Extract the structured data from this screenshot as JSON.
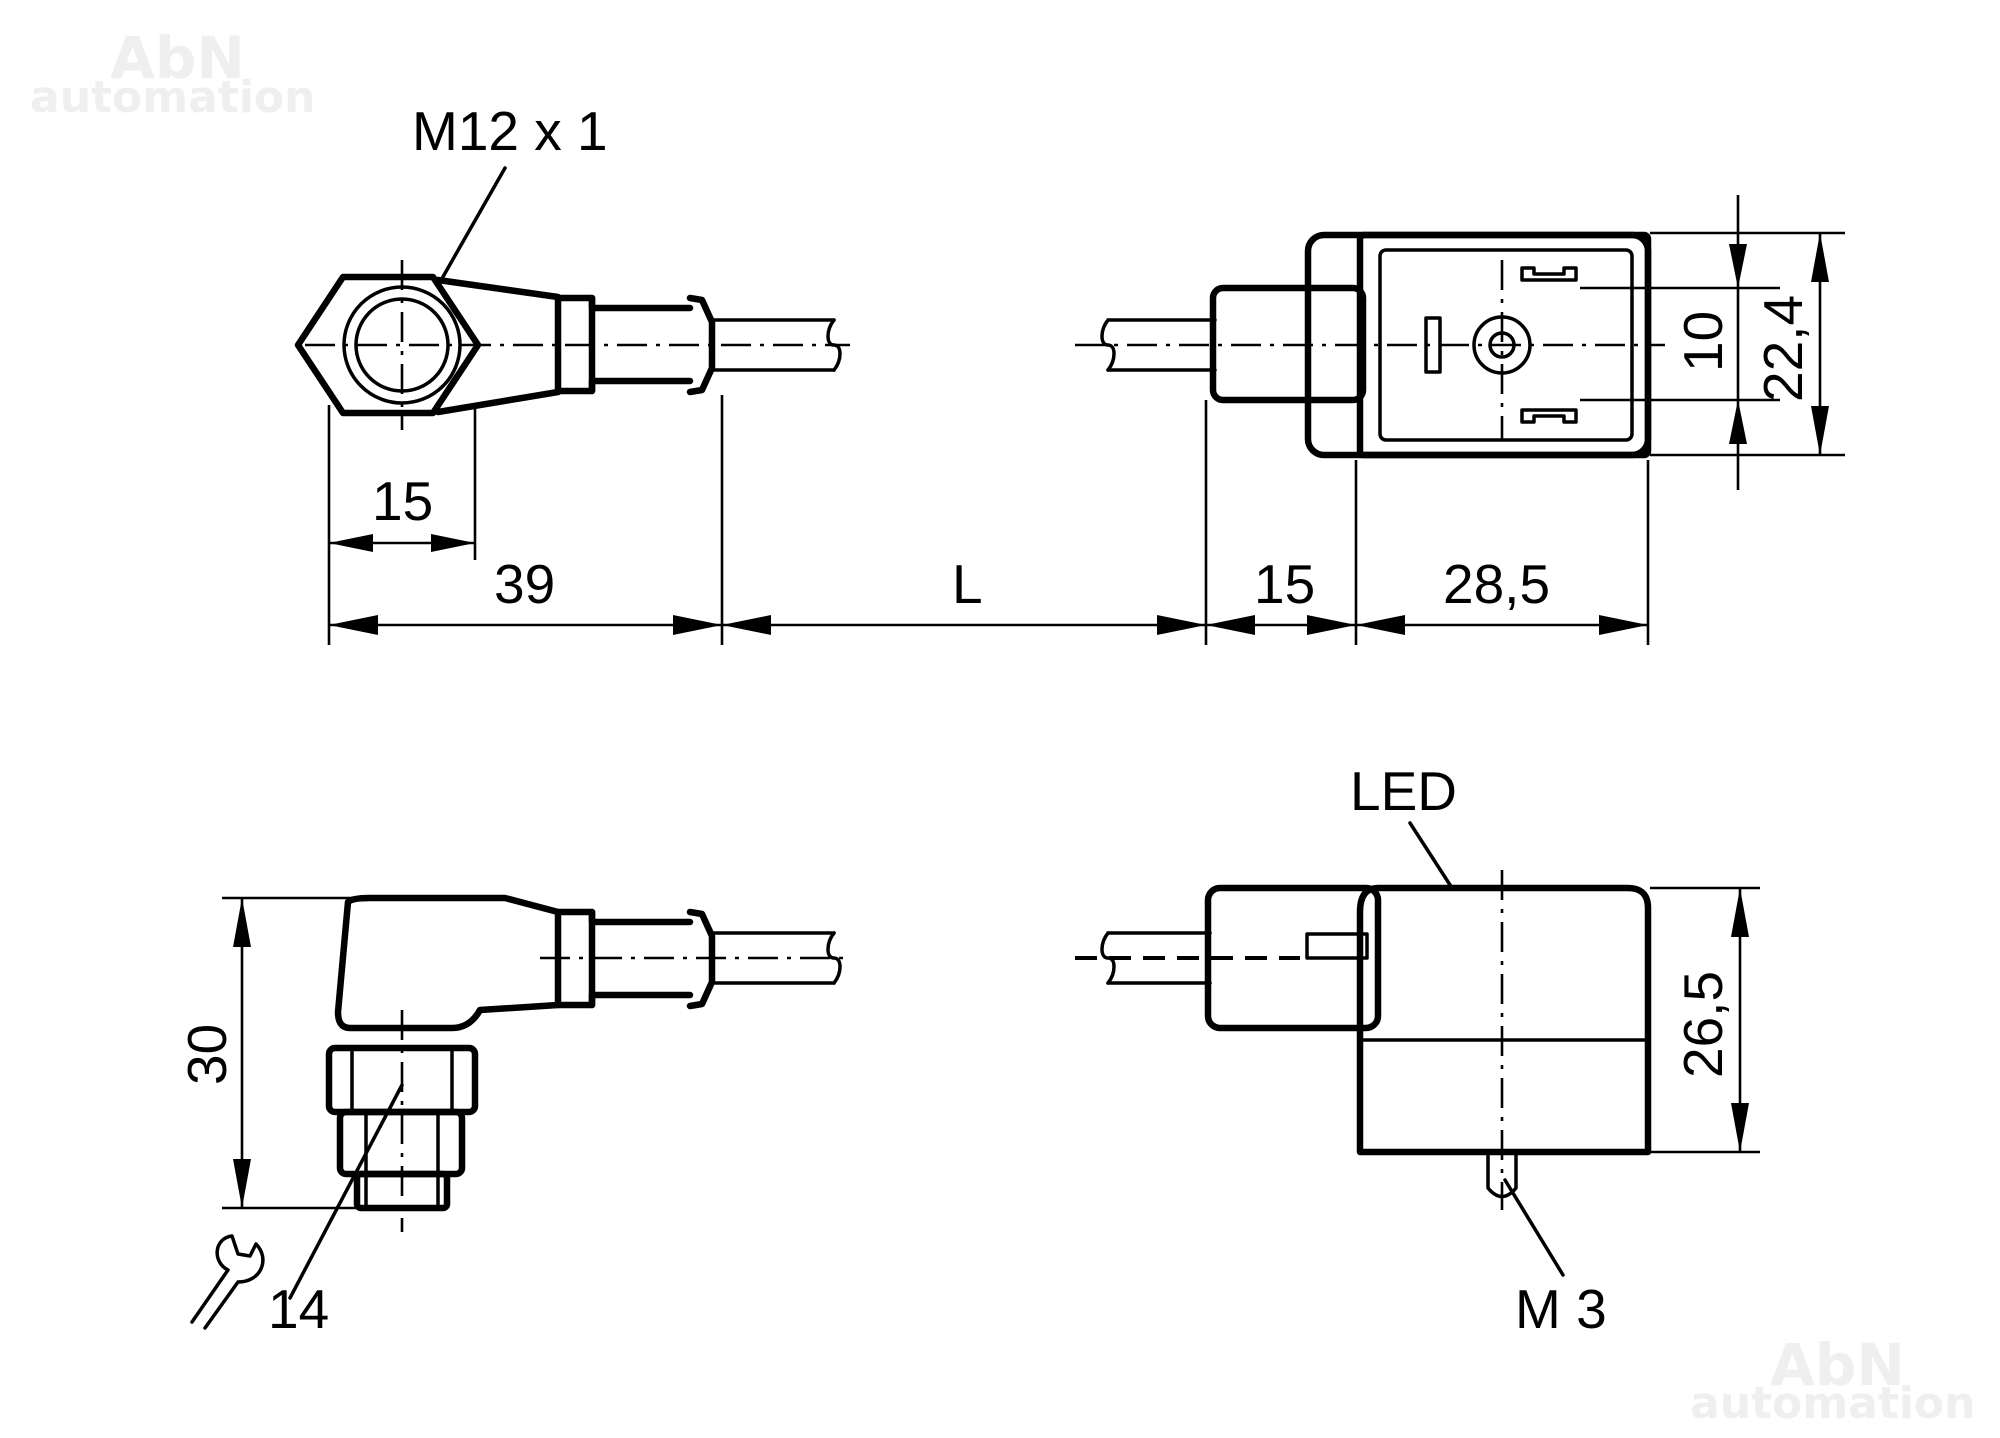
{
  "watermark": {
    "line1": "AbN",
    "line2": "automation",
    "color": "#efefef"
  },
  "labels": {
    "thread": "M12 x 1",
    "led": "LED",
    "screw": "M 3",
    "wrench_size": "14"
  },
  "dimensions": {
    "hex_width": "15",
    "connector_length": "39",
    "cable_length": "L",
    "plug_length": "15",
    "housing_length": "28,5",
    "pin_spacing": "10",
    "housing_width": "22,4",
    "connector_height": "30",
    "housing_height": "26,5"
  },
  "colors": {
    "line": "#000000",
    "background": "#ffffff"
  }
}
